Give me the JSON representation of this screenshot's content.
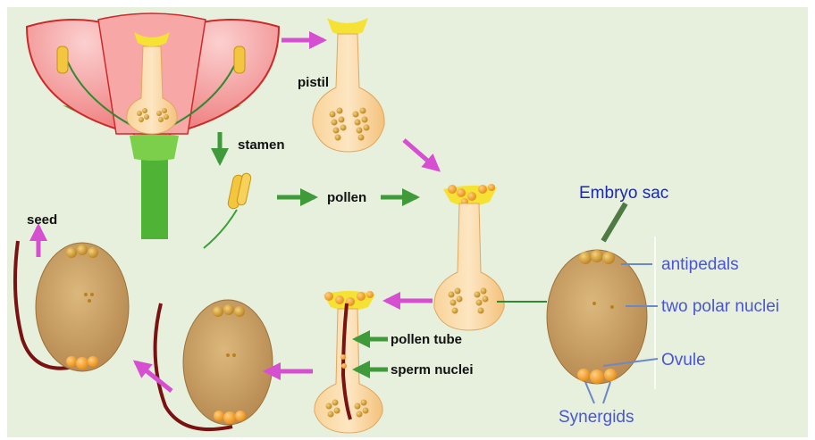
{
  "labels": {
    "pistil": "pistil",
    "stamen": "stamen",
    "pollen": "pollen",
    "seed": "seed",
    "pollen_tube": "pollen tube",
    "sperm_nuclei": "sperm nuclei",
    "embryo_sac": "Embryo sac",
    "antipedals": "antipedals",
    "two_polar_nuclei": "two polar nuclei",
    "ovule": "Ovule",
    "synergids": "Synergids"
  },
  "colors": {
    "background": "#e6f0dd",
    "petal": "#ef8a8a",
    "petal_outline": "#cc2a2a",
    "pistil": "#f7cd8e",
    "stem": "#55b83a",
    "ovule_body": "#c9a166",
    "pollen_tube": "#7a1212",
    "magenta_arrow": "#d64fd0",
    "green_arrow": "#3f9a3a",
    "blue_label": "#4a55d6",
    "navy_label": "#1a2aa8"
  }
}
